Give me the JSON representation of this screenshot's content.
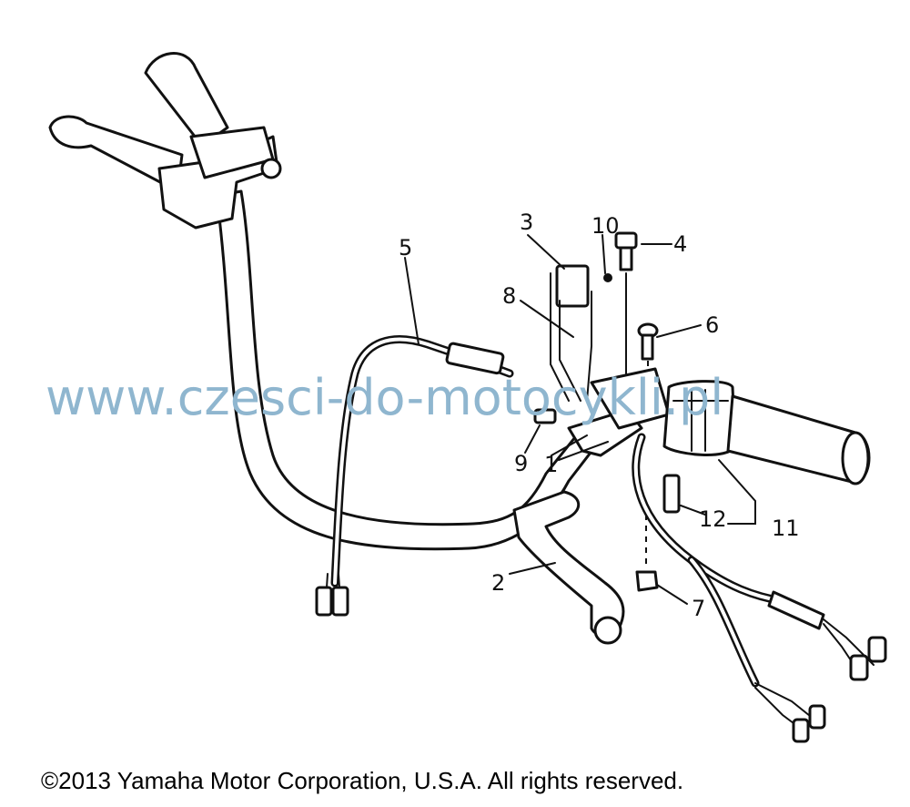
{
  "callouts": {
    "c1": "1",
    "c2": "2",
    "c3": "3",
    "c4": "4",
    "c5": "5",
    "c6": "6",
    "c7": "7",
    "c8": "8",
    "c9": "9",
    "c10": "10",
    "c11": "11",
    "c12": "12"
  },
  "watermark": "www.czesci-do-motocykli.pl",
  "copyright": "©2013 Yamaha Motor Corporation, U.S.A. All rights reserved.",
  "colors": {
    "line": "#111111",
    "watermark": "#8fb6cf",
    "background": "#ffffff"
  }
}
